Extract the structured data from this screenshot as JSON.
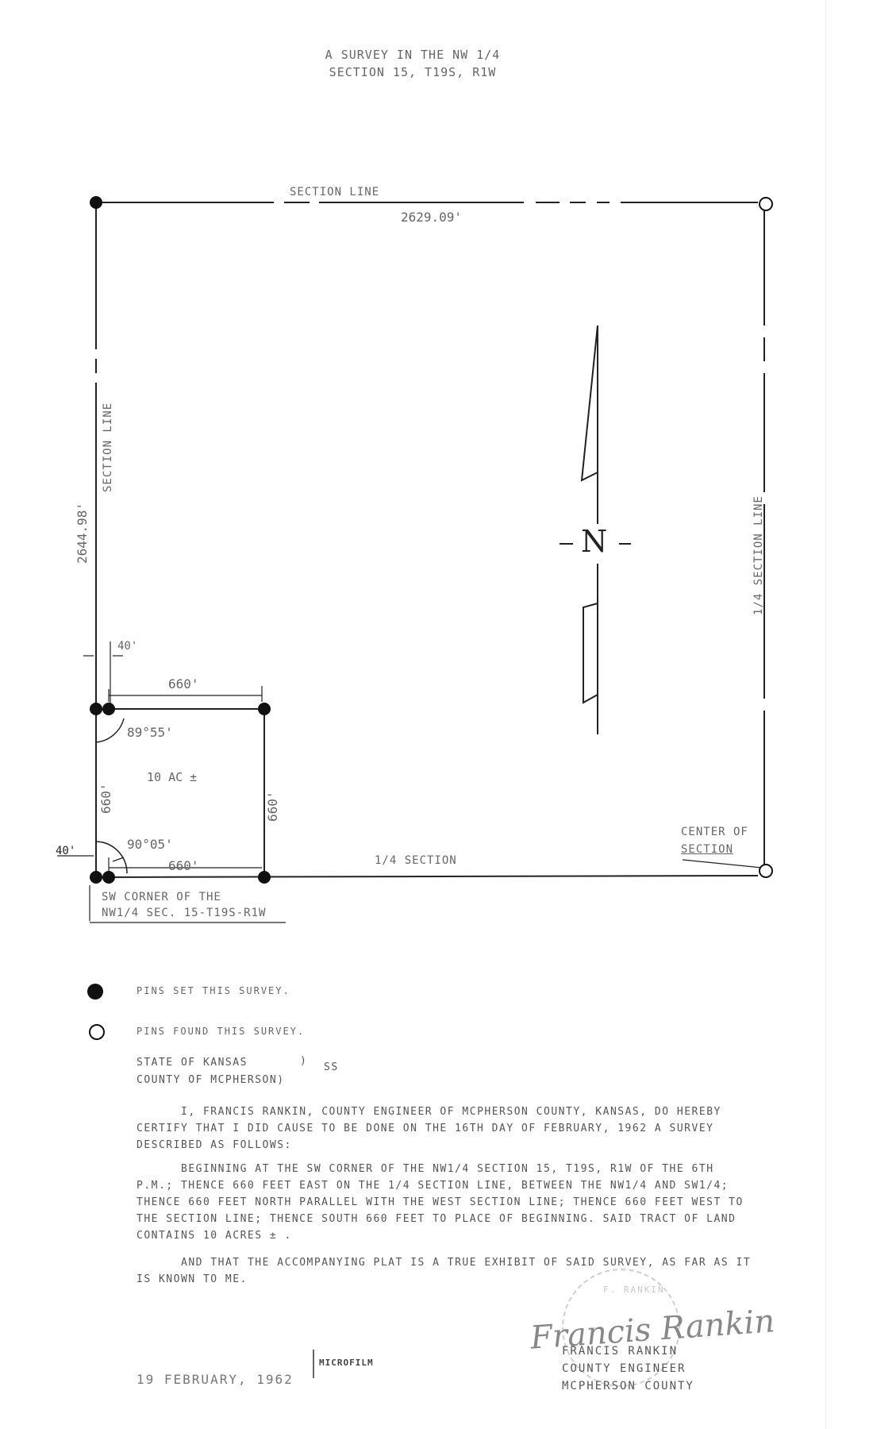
{
  "title": {
    "line1": "A SURVEY IN THE NW 1/4",
    "line2": "SECTION 15, T19S, R1W"
  },
  "plat": {
    "north_line_label": "SECTION LINE",
    "north_line_distance": "2629.09'",
    "west_line_label": "SECTION LINE",
    "west_line_distance": "2644.98'",
    "east_line_label": "1/4 SECTION LINE",
    "south_line_label": "1/4 SECTION",
    "center_label_line1": "CENTER OF",
    "center_label_line2": "SECTION",
    "north_arrow_letter": "N",
    "offset_top": "40'",
    "offset_bottom": "40'",
    "tract_top_dim": "660'",
    "tract_bottom_dim": "660'",
    "tract_left_dim": "660'",
    "tract_right_dim": "660'",
    "angle_top": "89°55'",
    "angle_bottom": "90°05'",
    "tract_area": "10 AC ±",
    "sw_corner_line1": "SW CORNER OF THE",
    "sw_corner_line2": "NW1/4 SEC. 15-T19S-R1W"
  },
  "legend": {
    "set": "PINS SET THIS SURVEY.",
    "found": "PINS FOUND THIS SURVEY."
  },
  "venue": {
    "state": "STATE OF KANSAS",
    "county": "COUNTY OF MCPHERSON)",
    "paren": ")",
    "ss": "SS"
  },
  "certificate": {
    "para1": "I, FRANCIS RANKIN, COUNTY ENGINEER OF MCPHERSON COUNTY, KANSAS, DO HEREBY CERTIFY THAT I DID CAUSE TO BE DONE ON THE 16TH DAY OF FEBRUARY, 1962 A SURVEY DESCRIBED AS FOLLOWS:",
    "para2": "BEGINNING AT THE SW CORNER OF THE NW1/4 SECTION 15, T19S, R1W OF THE 6TH P.M.; THENCE 660 FEET EAST ON THE 1/4 SECTION LINE, BETWEEN THE NW1/4 AND SW1/4; THENCE 660 FEET NORTH PARALLEL WITH THE WEST SECTION LINE; THENCE 660 FEET WEST TO THE SECTION LINE; THENCE SOUTH 660 FEET TO PLACE OF BEGINNING. SAID TRACT OF LAND CONTAINS 10 ACRES ± .",
    "para3": "AND THAT THE ACCOMPANYING PLAT IS A TRUE EXHIBIT OF SAID SURVEY, AS FAR AS IT IS KNOWN TO ME."
  },
  "date": "19 FEBRUARY, 1962",
  "microfilm_stamp": "MICROFILM",
  "signature": {
    "handwritten": "Francis Rankin",
    "name": "FRANCIS RANKIN",
    "title": "COUNTY ENGINEER",
    "county": "MCPHERSON COUNTY"
  },
  "seal_text": "F. RANKIN"
}
